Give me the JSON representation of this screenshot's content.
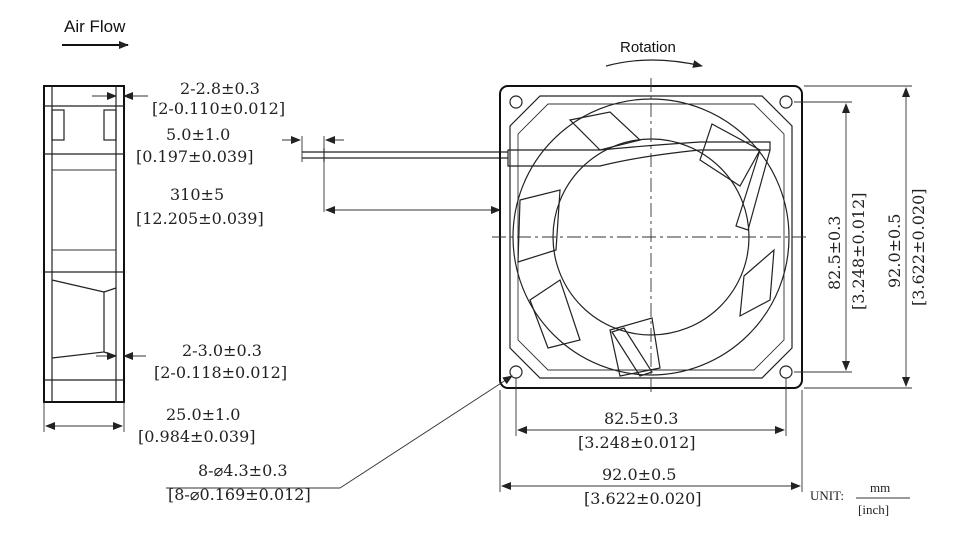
{
  "labels": {
    "air_flow": "Air Flow",
    "rotation": "Rotation",
    "unit_prefix": "UNIT:",
    "unit_mm": "mm",
    "unit_inch": "[inch]"
  },
  "dimensions": {
    "tab_width": {
      "mm": "2-2.8±0.3",
      "inch": "[2-0.110±0.012]"
    },
    "wire_strip": {
      "mm": "5.0±1.0",
      "inch": "[0.197±0.039]"
    },
    "lead_length": {
      "mm": "310±5",
      "inch": "[12.205±0.039]"
    },
    "bottom_tab": {
      "mm": "2-3.0±0.3",
      "inch": "[2-0.118±0.012]"
    },
    "thickness": {
      "mm": "25.0±1.0",
      "inch": "[0.984±0.039]"
    },
    "holes": {
      "mm": "8-⌀4.3±0.3",
      "inch": "[8-⌀0.169±0.012]"
    },
    "hole_spacing_h": {
      "mm": "82.5±0.3",
      "inch": "[3.248±0.012]"
    },
    "frame_width_h": {
      "mm": "92.0±0.5",
      "inch": "[3.622±0.020]"
    },
    "hole_spacing_v": {
      "mm": "82.5±0.3",
      "inch": "[3.248±0.012]"
    },
    "frame_width_v": {
      "mm": "92.0±0.5",
      "inch": "[3.622±0.020]"
    }
  }
}
